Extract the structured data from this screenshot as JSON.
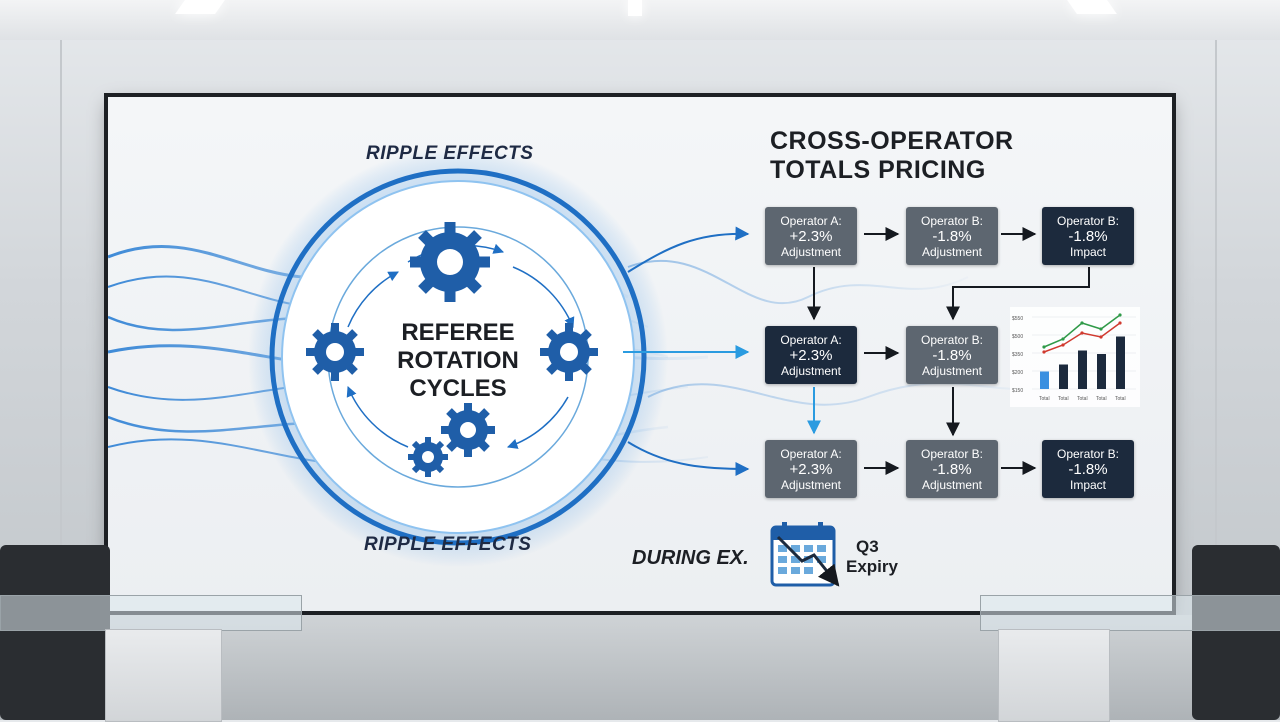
{
  "diagram": {
    "ripple_top": "RIPPLE EFFECTS",
    "ripple_bottom": "RIPPLE EFFECTS",
    "center_label": [
      "REFEREE",
      "ROTATION",
      "CYCLES"
    ],
    "title_line1": "CROSS-OPERATOR",
    "title_line2": "TOTALS PRICING",
    "boxes": [
      {
        "op": "Operator A:",
        "val": "+2.3%",
        "desc": "Adjustment"
      },
      {
        "op": "Operator B:",
        "val": "-1.8%",
        "desc": "Adjustment"
      },
      {
        "op": "Operator B:",
        "val": "-1.8%",
        "desc": "Impact"
      },
      {
        "op": "Operator A:",
        "val": "+2.3%",
        "desc": "Adjustment"
      },
      {
        "op": "Operator B:",
        "val": "-1.8%",
        "desc": "Adjustment"
      },
      {
        "op": "Operator A:",
        "val": "+2.3%",
        "desc": "Adjustment"
      },
      {
        "op": "Operator B:",
        "val": "-1.8%",
        "desc": "Adjustment"
      },
      {
        "op": "Operator B:",
        "val": "-1.8%",
        "desc": "Impact"
      }
    ],
    "during": "DURING EX.",
    "q3_line1": "Q3",
    "q3_line2": "Expiry",
    "mini_chart_ticks": [
      "$550",
      "$500",
      "$350",
      "$200",
      "$150"
    ],
    "mini_chart_xlabels": [
      "Total",
      "Total",
      "Total",
      "Total",
      "Total"
    ],
    "mini_chart_bars": [
      0.25,
      0.35,
      0.55,
      0.5,
      0.75
    ]
  },
  "colors": {
    "accent_blue": "#1f6fc4",
    "dark_box": "#1c2a3d",
    "grey_box": "#5d6670",
    "red_line": "#d03a2f",
    "green_line": "#2f9a48"
  }
}
